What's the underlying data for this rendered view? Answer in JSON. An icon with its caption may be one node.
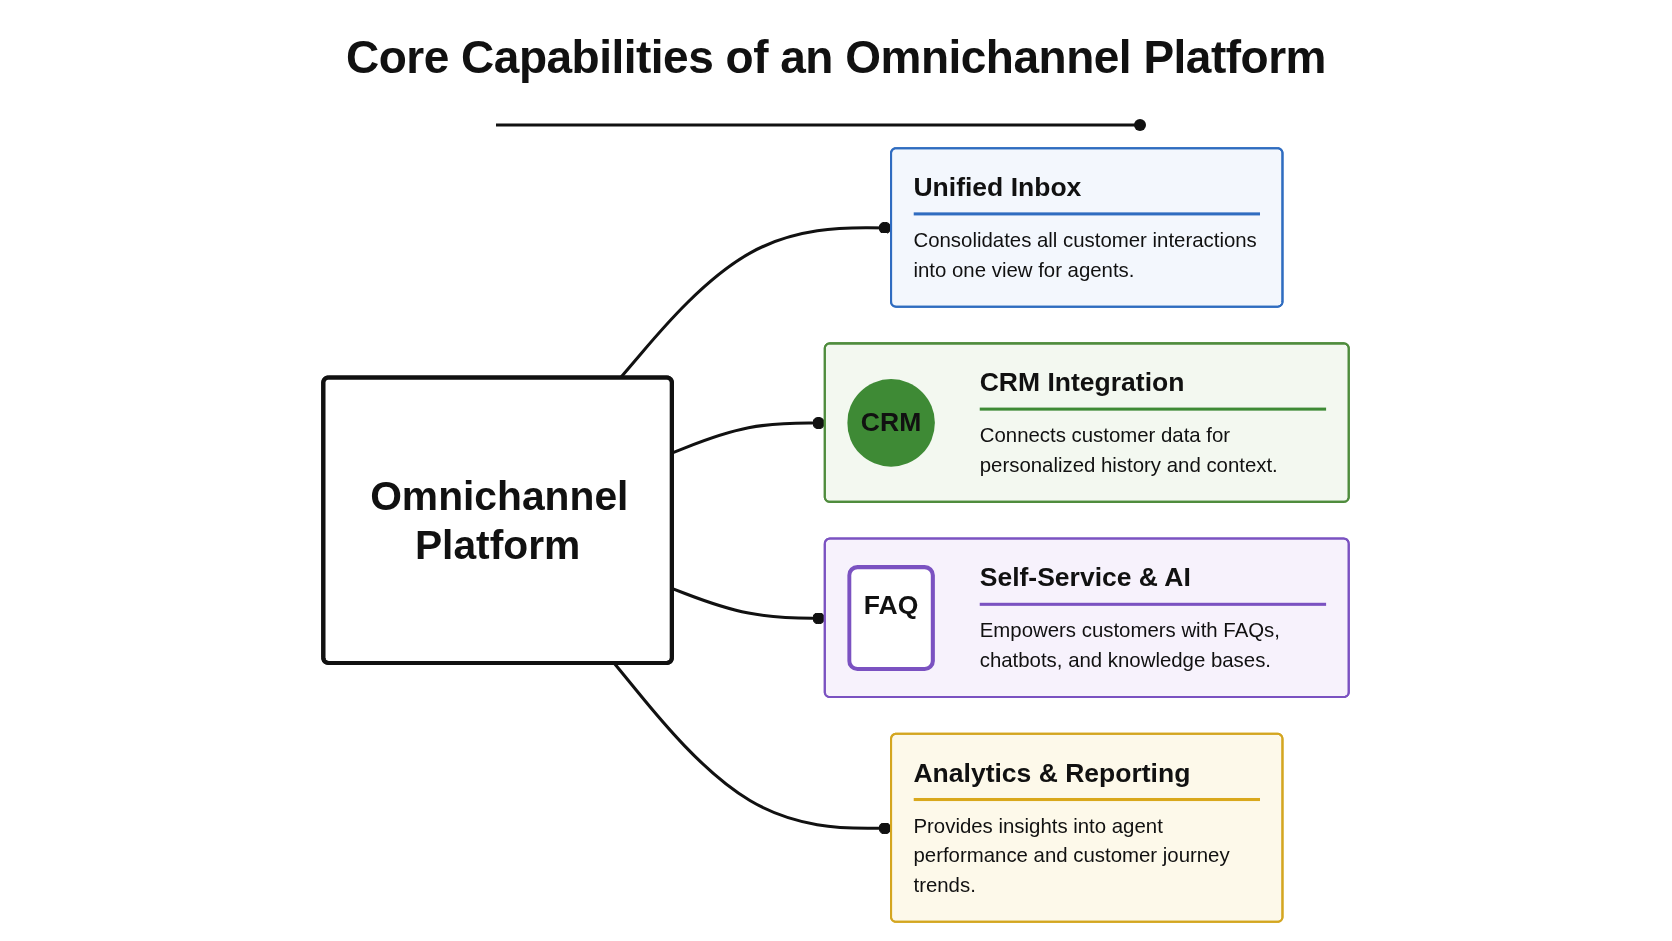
{
  "diagram": {
    "title": "Core Capabilities of an Omnichannel Platform",
    "nodes": [
      {
        "text": [
          "Unified Inbox",
          "Consolidates all customer interactions into one view for agents."
        ]
      },
      {
        "text": [
          "CRM",
          "CRM Integration",
          "Connects customer data for personalized history and context."
        ]
      },
      {
        "text": [
          "Omnichannel Platform"
        ]
      },
      {
        "text": [
          "FAQ",
          "Self-Service & AI",
          "Empowers customers with FAQs, chatbots, and knowledge bases."
        ]
      },
      {
        "text": [
          "Analytics & Reporting",
          "Provides insights into agent performance and customer journey trends."
        ]
      }
    ],
    "edges": [
      {
        "from": 2,
        "to": 0,
        "arrow": "other"
      },
      {
        "from": 2,
        "to": 1,
        "arrow": "other"
      },
      {
        "from": 2,
        "to": 3,
        "arrow": "other"
      },
      {
        "from": 2,
        "to": 4,
        "arrow": "other"
      }
    ]
  }
}
